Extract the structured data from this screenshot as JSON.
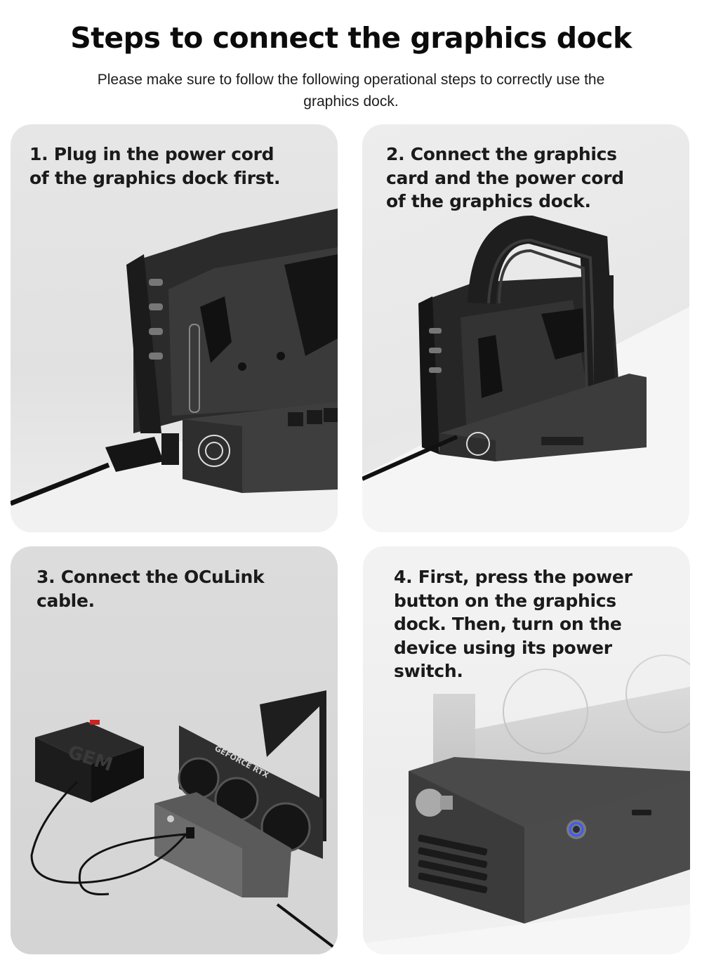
{
  "header": {
    "title": "Steps to connect the graphics dock",
    "subtitle": "Please make sure to follow the following operational steps to correctly use the graphics dock."
  },
  "steps": [
    {
      "number": 1,
      "text": "1. Plug in the power cord of the graphics dock first.",
      "image": "graphics-card-on-dock-with-power-cord-illustration"
    },
    {
      "number": 2,
      "text": "2. Connect the graphics card and the power cord of the graphics dock.",
      "image": "graphics-card-with-power-cables-on-dock-illustration"
    },
    {
      "number": 3,
      "text": "3. Connect the OCuLink cable.",
      "image": "mini-pc-connected-to-dock-via-oculink-illustration",
      "labels": {
        "mini_pc_brand": "GEM",
        "card_label": "GEFORCE RTX"
      }
    },
    {
      "number": 4,
      "text": "4. First, press the power button on the graphics dock. Then, turn on the device using its power switch.",
      "image": "dock-power-button-closeup-illustration",
      "accent_color": "#3a5bff"
    }
  ],
  "colors": {
    "background": "#ffffff",
    "panel_light": "#ececec",
    "panel_mid": "#d8d8d8",
    "text": "#1a1a1a",
    "power_led": "#3a5bff"
  }
}
